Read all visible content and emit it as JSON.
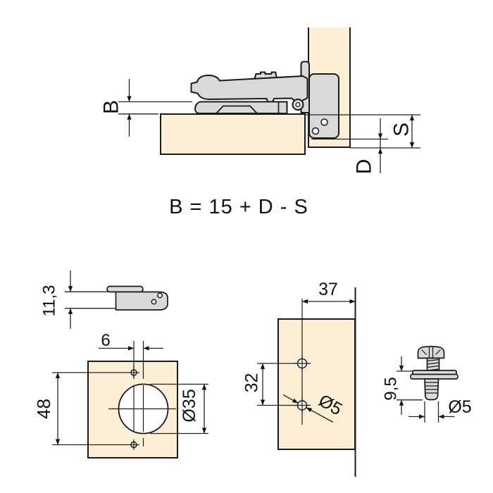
{
  "drawing": {
    "type": "hinge-installation-technical-drawing",
    "colors": {
      "wood": "#FCEFD5",
      "metal": "#D9D9D9",
      "outline": "#1A1A1A",
      "dimension_lines": "#222222"
    },
    "formula": {
      "text": "B = 15 + D - S"
    },
    "cross_section": {
      "overlay_label": "B",
      "panel_overlay_label": "S",
      "plate_distance_label": "D"
    },
    "plate_side_view": {
      "height": "11,3"
    },
    "door_pattern": {
      "cup_edge_offset": "6",
      "screw_hole_spacing": "48",
      "cup_diameter": "Ø35"
    },
    "panel_pattern": {
      "edge_distance": "37",
      "hole_spacing": "32",
      "hole_diameter": "Ø5"
    },
    "screw": {
      "shank_length": "9,5",
      "shank_diameter": "Ø5"
    }
  }
}
